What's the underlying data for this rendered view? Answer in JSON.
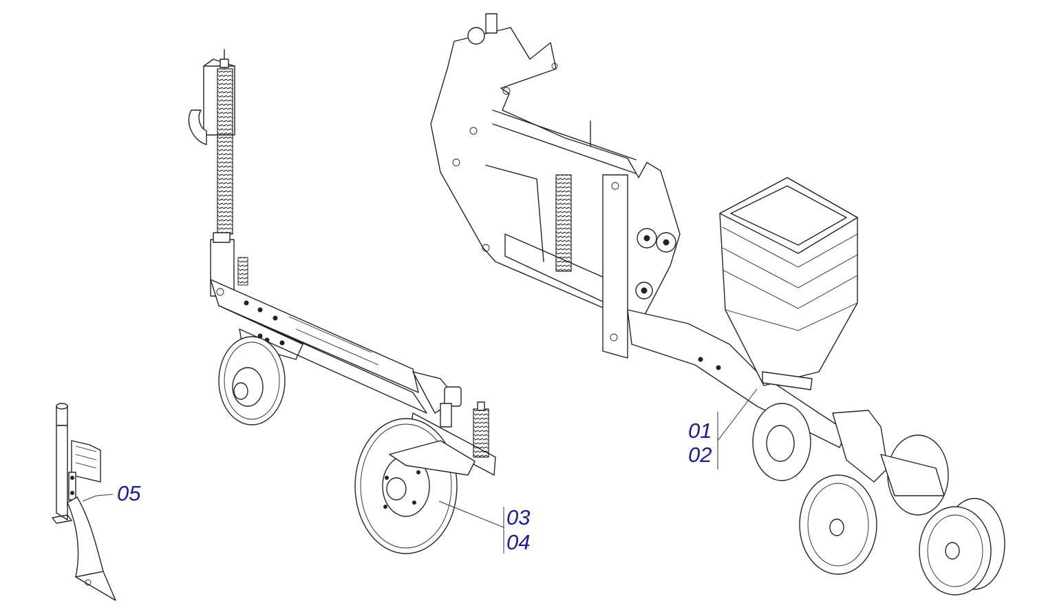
{
  "callouts": [
    {
      "id": "c01",
      "label": "01"
    },
    {
      "id": "c02",
      "label": "02"
    },
    {
      "id": "c03",
      "label": "03"
    },
    {
      "id": "c04",
      "label": "04"
    },
    {
      "id": "c05",
      "label": "05"
    }
  ],
  "colors": {
    "callout": "#1a1aa8",
    "line": "#222222",
    "background": "#ffffff"
  }
}
